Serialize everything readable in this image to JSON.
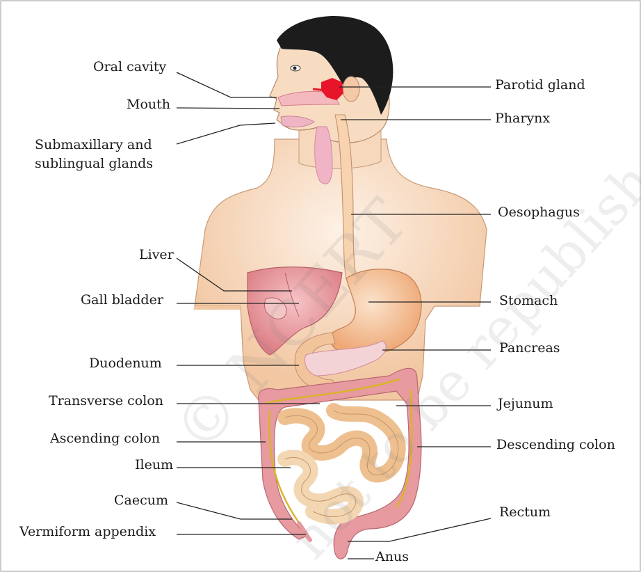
{
  "labels_left": {
    "oral_cavity": "Oral cavity",
    "mouth": "Mouth",
    "submaxillary_1": "Submaxillary and",
    "submaxillary_2": "sublingual glands",
    "liver": "Liver",
    "gall_bladder": "Gall bladder",
    "duodenum": "Duodenum",
    "transverse_colon": "Transverse colon",
    "ascending_colon": "Ascending colon",
    "ileum": "Ileum",
    "caecum": "Caecum",
    "vermiform_appendix": "Vermiform appendix"
  },
  "labels_right": {
    "parotid_gland": "Parotid gland",
    "pharynx": "Pharynx",
    "oesophagus": "Oesophagus",
    "stomach": "Stomach",
    "pancreas": "Pancreas",
    "jejunum": "Jejunum",
    "descending_colon": "Descending colon",
    "rectum": "Rectum",
    "anus": "Anus"
  },
  "watermark": {
    "line1": "© NCERT",
    "line2": "not to be republished"
  },
  "colors": {
    "skin": "#f4cfae",
    "hair": "#1c1c1c",
    "liver": "#e8909a",
    "stomach": "#f2b98a",
    "intestine": "#f0c9a0",
    "colon": "#e79aa0",
    "gland": "#e8142a",
    "line": "#222222"
  }
}
